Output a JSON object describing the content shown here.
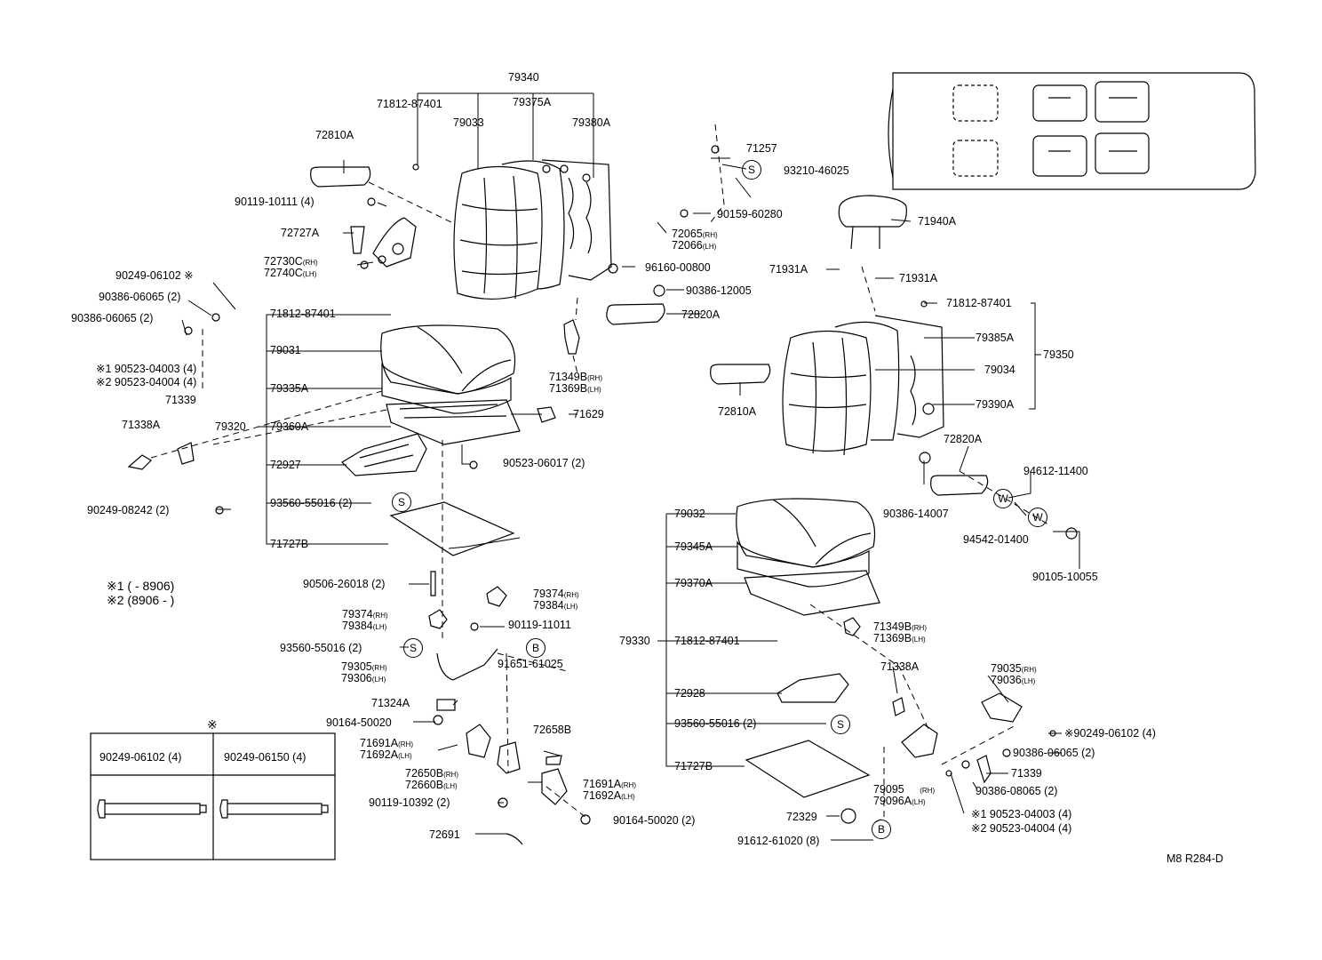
{
  "footer_code": "M8 R284-D",
  "note_key": {
    "row1": "※1 (     - 8906)",
    "row2": "※2 (8906 -      )"
  },
  "bolt_table": {
    "header_symbol": "※",
    "col1": "90249-06102 (4)",
    "col2": "90249-06150 (4)"
  },
  "circle_symbols": {
    "s": "S",
    "b": "B",
    "w": "W"
  },
  "labels": {
    "p79340": "79340",
    "p71812_87401_top": "71812-87401",
    "p79033": "79033",
    "p79375a": "79375A",
    "p79380a": "79380A",
    "p72810a_top": "72810A",
    "p71257": "71257",
    "p93210_46025": "93210-46025",
    "p90119_10111": "90119-10111 (4)",
    "p72727a": "72727A",
    "p90159_60280": "90159-60280",
    "p72065": "72065",
    "p72066": "72066",
    "p72730c": "72730C",
    "p72740c": "72740C",
    "p96160_00800": "96160-00800",
    "p90386_12005": "90386-12005",
    "p90249_06102_left": "90249-06102 ※",
    "p90386_06065_a": "90386-06065 (2)",
    "p90386_06065_b": "90386-06065",
    "p71812_87401_mid": "71812-87401",
    "p72820a_mid": "72820A",
    "p79031": "79031",
    "p90523_04003_left": "※1 90523-04003 (4)",
    "p90523_04004_left": "※2 90523-04004 (4)",
    "p79335a": "79335A",
    "p71349b_left": "71349B",
    "p71369b_left": "71369B",
    "p71339_left": "71339",
    "p71338a_left": "71338A",
    "p79320": "79320",
    "p79360a": "79360A",
    "p71629": "71629",
    "p72927": "72927",
    "p90523_06017": "90523-06017 (2)",
    "p90249_08242": "90249-08242 (2)",
    "p93560_55016_a": "93560-55016 (2)",
    "p71727b_left": "71727B",
    "p90506_26018": "90506-26018 (2)",
    "p79374_a": "79374",
    "p79384_a": "79384",
    "p79374_b": "79374",
    "p79384_b": "79384",
    "p90119_11011": "90119-11011",
    "p93560_55016_b": "93560-55016 (2)",
    "p79305": "79305",
    "p79306": "79306",
    "p91651_61025": "91651-61025",
    "p71324a": "71324A",
    "p90164_50020_a": "90164-50020",
    "p71691a_a": "71691A",
    "p71692a_a": "71692A",
    "p72658b": "72658B",
    "p72650b": "72650B",
    "p72660b": "72660B",
    "p71691a_b": "71691A",
    "p71692a_b": "71692A",
    "p90119_10392": "90119-10392 (2)",
    "p90164_50020_b": "90164-50020 (2)",
    "p72691": "72691",
    "p71940a": "71940A",
    "p71931a_l": "71931A",
    "p71931a_r": "71931A",
    "p71812_87401_right": "71812-87401",
    "p79385a": "79385A",
    "p79350": "79350",
    "p79034": "79034",
    "p72810a_right": "72810A",
    "p79390a": "79390A",
    "p72820a_right": "72820A",
    "p94612_11400": "94612-11400",
    "p90386_14007": "90386-14007",
    "p94542_01400": "94542-01400",
    "p90105_10055": "90105-10055",
    "p79032": "79032",
    "p79345a": "79345A",
    "p79370a": "79370A",
    "p71349b_right": "71349B",
    "p71369b_right": "71369B",
    "p79330": "79330",
    "p71812_87401_low": "71812-87401",
    "p71338a_right": "71338A",
    "p79035": "79035",
    "p79036": "79036",
    "p72928": "72928",
    "p93560_55016_c": "93560-55016 (2)",
    "p90249_06102_right": "※90249-06102 (4)",
    "p90386_06065_c": "90386-06065 (2)",
    "p71727b_right": "71727B",
    "p71339_right": "71339",
    "p79095": "79095",
    "p79096a": "79096A",
    "p90386_08065": "90386-08065 (2)",
    "p72329": "72329",
    "p90523_04003_right": "※1 90523-04003 (4)",
    "p90523_04004_right": "※2 90523-04004 (4)",
    "p91612_61020": "91612-61020 (8)",
    "rh": "(RH)",
    "lh": "(LH)"
  }
}
